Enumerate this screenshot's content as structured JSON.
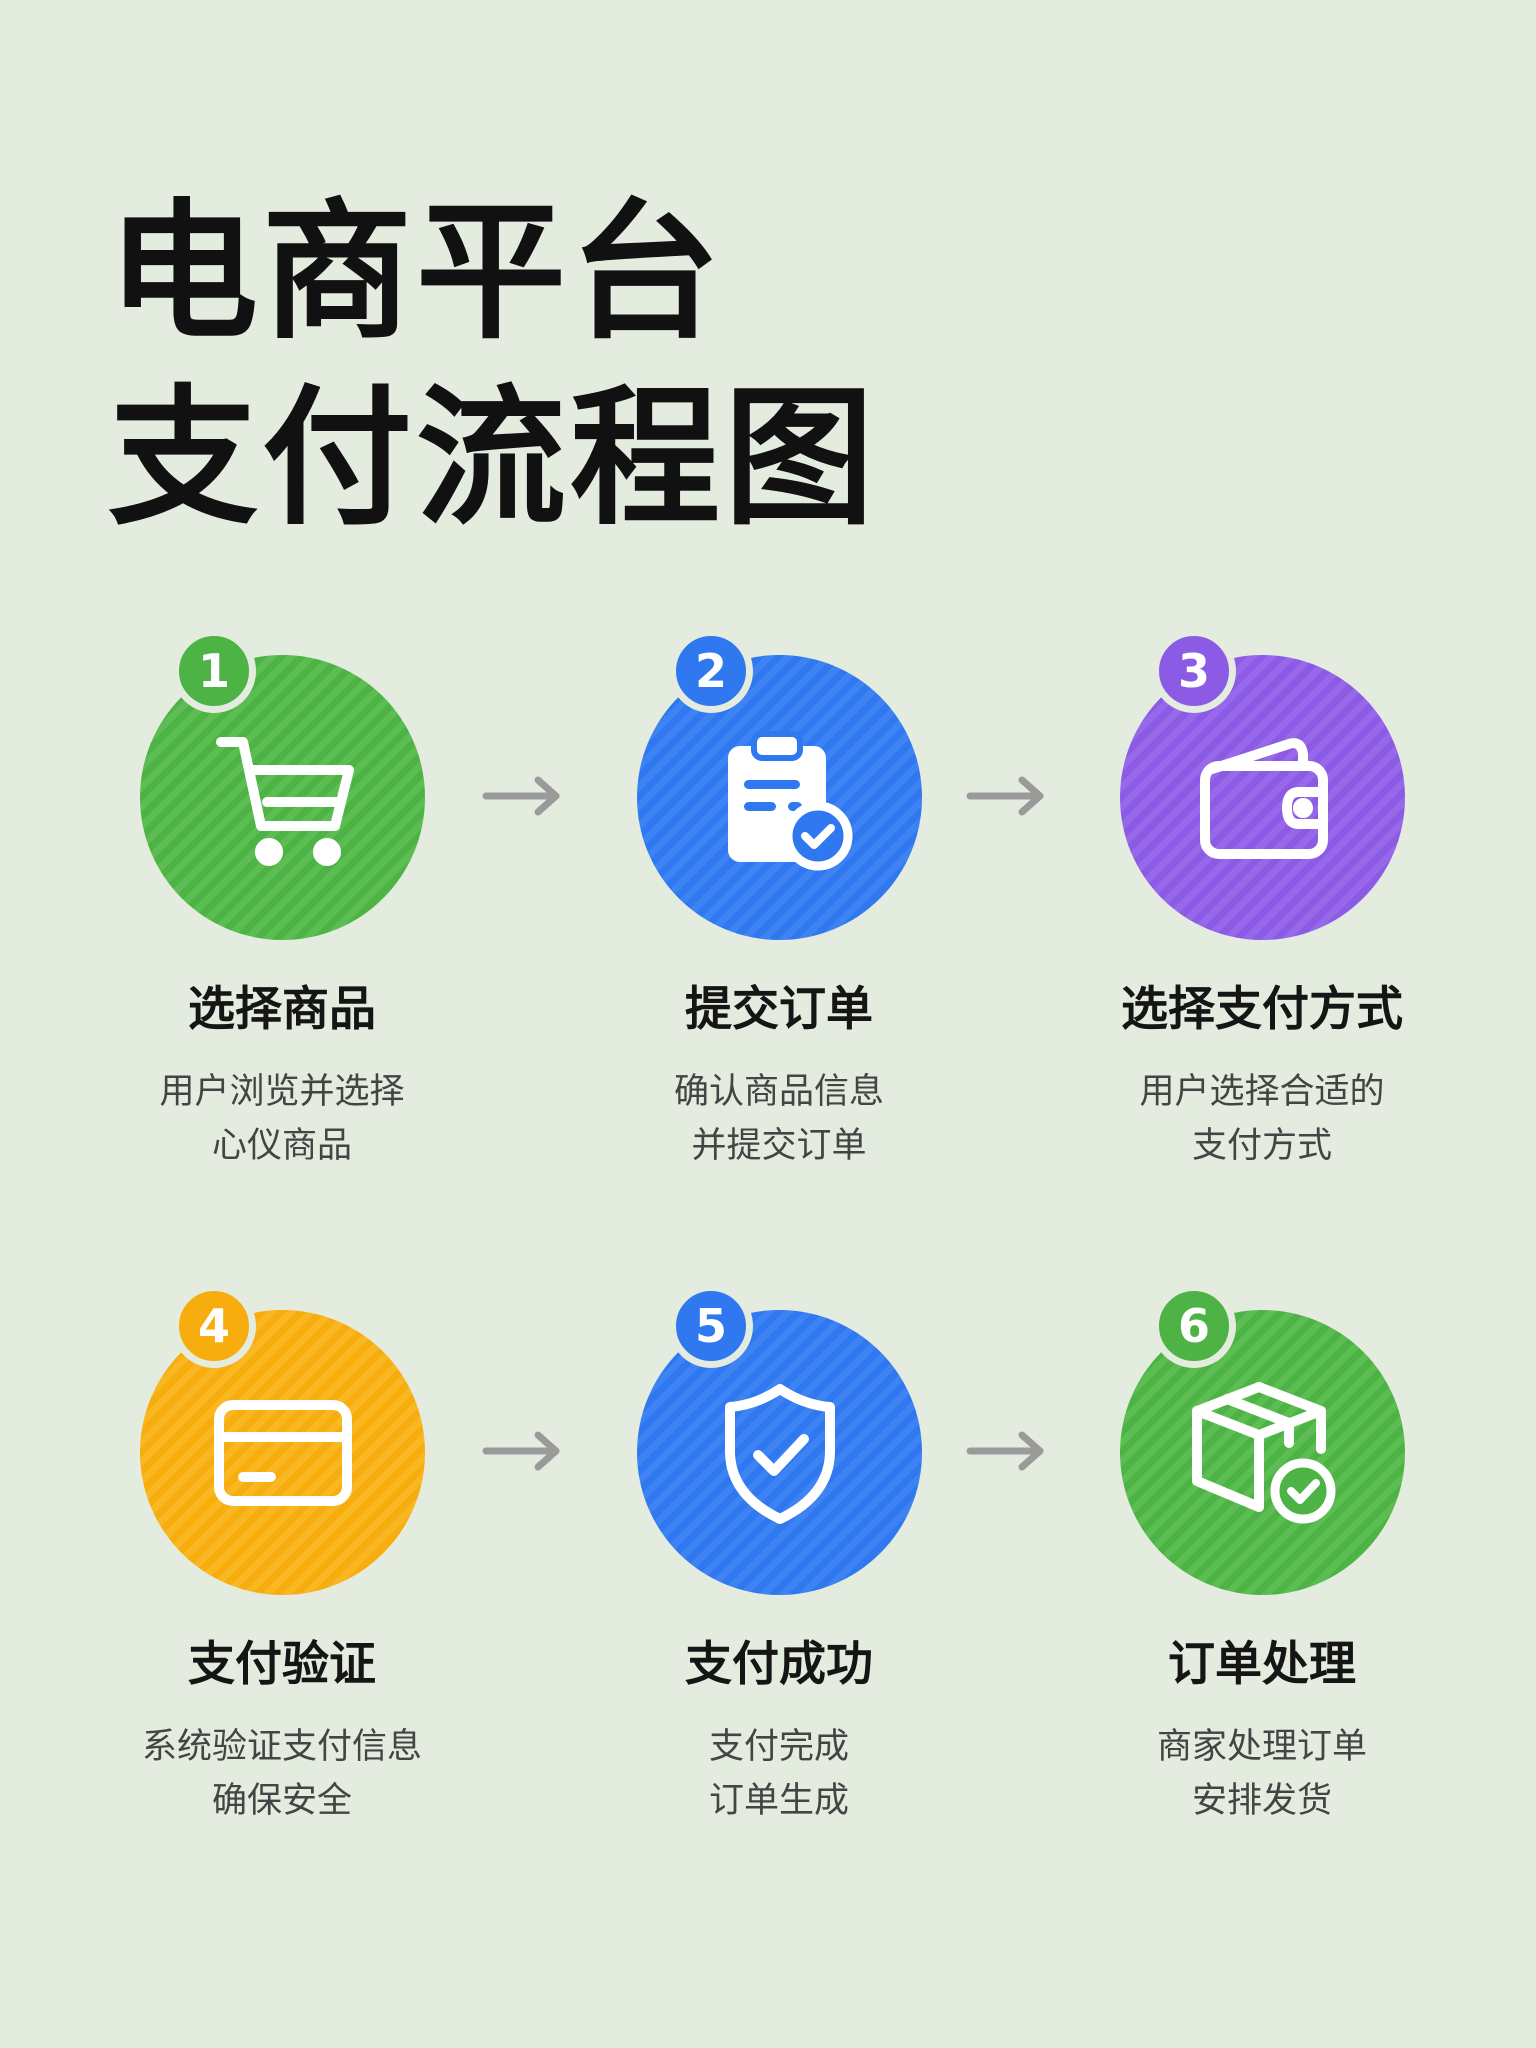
{
  "title": {
    "line1": "电商平台",
    "line2": "支付流程图"
  },
  "colors": {
    "background": "#e4ecdf",
    "green": "#4cb344",
    "blue": "#2f78f0",
    "purple": "#8c5be6",
    "orange": "#f7ad0d",
    "arrow": "#9a9a9a"
  },
  "steps": [
    {
      "number": "1",
      "title": "选择商品",
      "desc": [
        "用户浏览并选择",
        "心仪商品"
      ],
      "icon": "shopping-cart-icon",
      "color": "green"
    },
    {
      "number": "2",
      "title": "提交订单",
      "desc": [
        "确认商品信息",
        "并提交订单"
      ],
      "icon": "clipboard-check-icon",
      "color": "blue"
    },
    {
      "number": "3",
      "title": "选择支付方式",
      "desc": [
        "用户选择合适的",
        "支付方式"
      ],
      "icon": "wallet-icon",
      "color": "purple"
    },
    {
      "number": "4",
      "title": "支付验证",
      "desc": [
        "系统验证支付信息",
        "确保安全"
      ],
      "icon": "credit-card-icon",
      "color": "orange"
    },
    {
      "number": "5",
      "title": "支付成功",
      "desc": [
        "支付完成",
        "订单生成"
      ],
      "icon": "shield-check-icon",
      "color": "blue"
    },
    {
      "number": "6",
      "title": "订单处理",
      "desc": [
        "商家处理订单",
        "安排发货"
      ],
      "icon": "package-check-icon",
      "color": "green"
    }
  ]
}
